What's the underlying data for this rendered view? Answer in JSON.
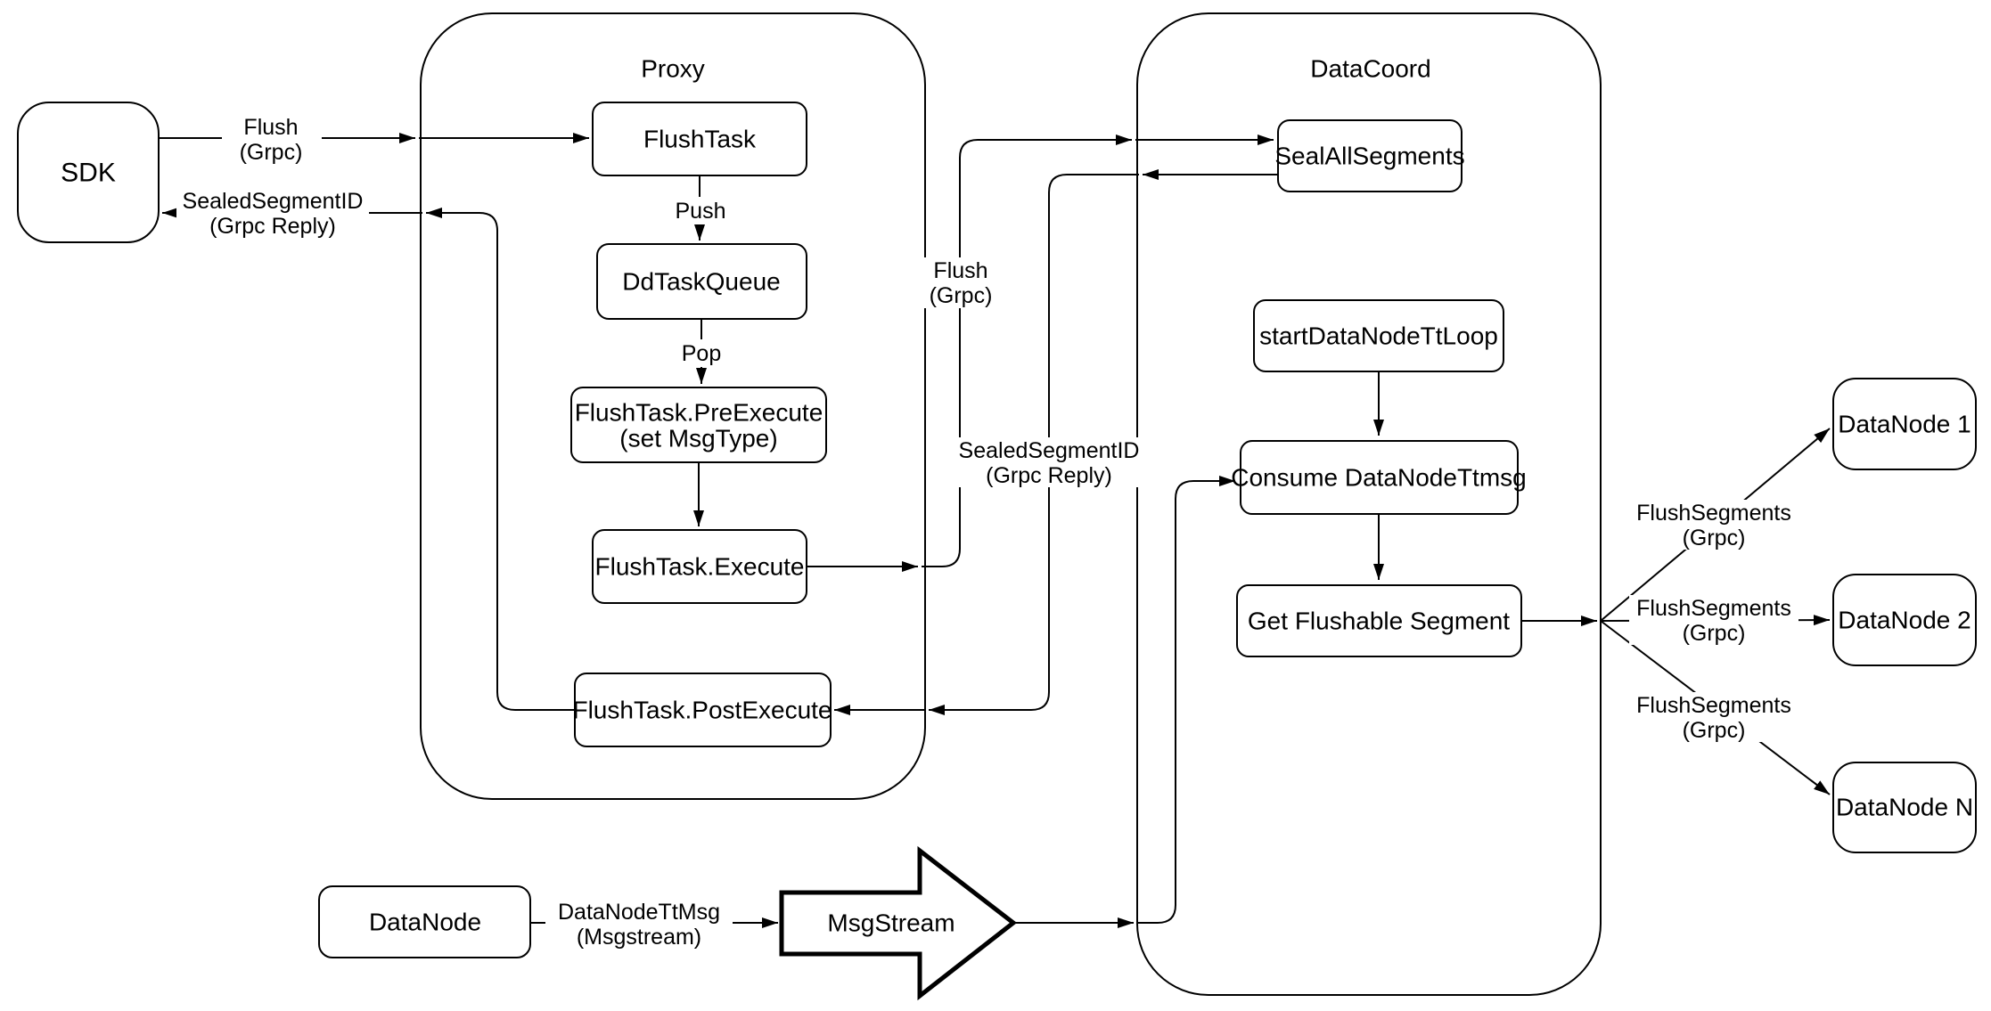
{
  "colors": {
    "stroke": "#000000",
    "fill": "#ffffff",
    "page-bg": "#ffffff"
  },
  "containers": {
    "proxy": "Proxy",
    "datacoord": "DataCoord"
  },
  "nodes": {
    "sdk": "SDK",
    "flush_task": "FlushTask",
    "dd_task_queue": "DdTaskQueue",
    "pre_execute": {
      "line1": "FlushTask.PreExecute",
      "line2": "(set MsgType)"
    },
    "execute": "FlushTask.Execute",
    "post_execute": "FlushTask.PostExecute",
    "seal_all_segments": "SealAllSegments",
    "start_datanode_tt_loop": "startDataNodeTtLoop",
    "consume_datanode_ttmsg": "Consume DataNodeTtmsg",
    "get_flushable_segment": "Get Flushable Segment",
    "datanode_1": "DataNode 1",
    "datanode_2": "DataNode 2",
    "datanode_n": "DataNode N",
    "datanode": "DataNode",
    "msgstream": "MsgStream"
  },
  "edge_labels": {
    "flush_grpc": {
      "line1": "Flush",
      "line2": "(Grpc)"
    },
    "sealed_segment_id_reply": {
      "line1": "SealedSegmentID",
      "line2": "(Grpc Reply)"
    },
    "push": "Push",
    "pop": "Pop",
    "flush_segments_grpc": {
      "line1": "FlushSegments",
      "line2": "(Grpc)"
    },
    "datanode_tt_msg": {
      "line1": "DataNodeTtMsg",
      "line2": "(Msgstream)"
    }
  }
}
